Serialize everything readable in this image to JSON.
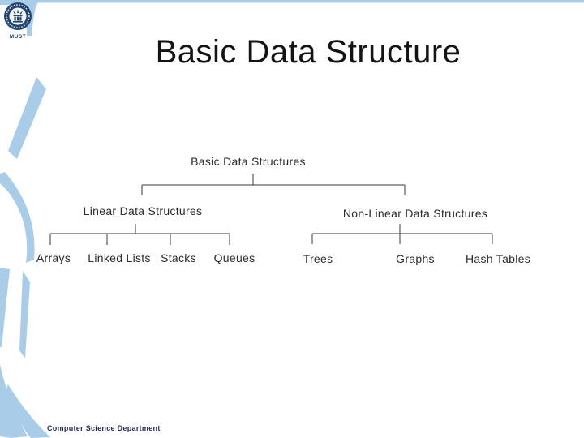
{
  "title": "Basic Data Structure",
  "logo": {
    "caption": "MUST"
  },
  "tree": {
    "root": "Basic Data Structures",
    "branches": [
      {
        "label": "Linear Data Structures",
        "children": [
          "Arrays",
          "Linked Lists",
          "Stacks",
          "Queues"
        ]
      },
      {
        "label": "Non-Linear Data Structures",
        "children": [
          "Trees",
          "Graphs",
          "Hash Tables"
        ]
      }
    ]
  },
  "footer": "Computer Science Department",
  "colors": {
    "accent_blue": "#A9CDE9",
    "seal_navy": "#24466F",
    "line": "#3A3A3A",
    "text": "#2B2B2B",
    "footer_text": "#1F2E55"
  }
}
